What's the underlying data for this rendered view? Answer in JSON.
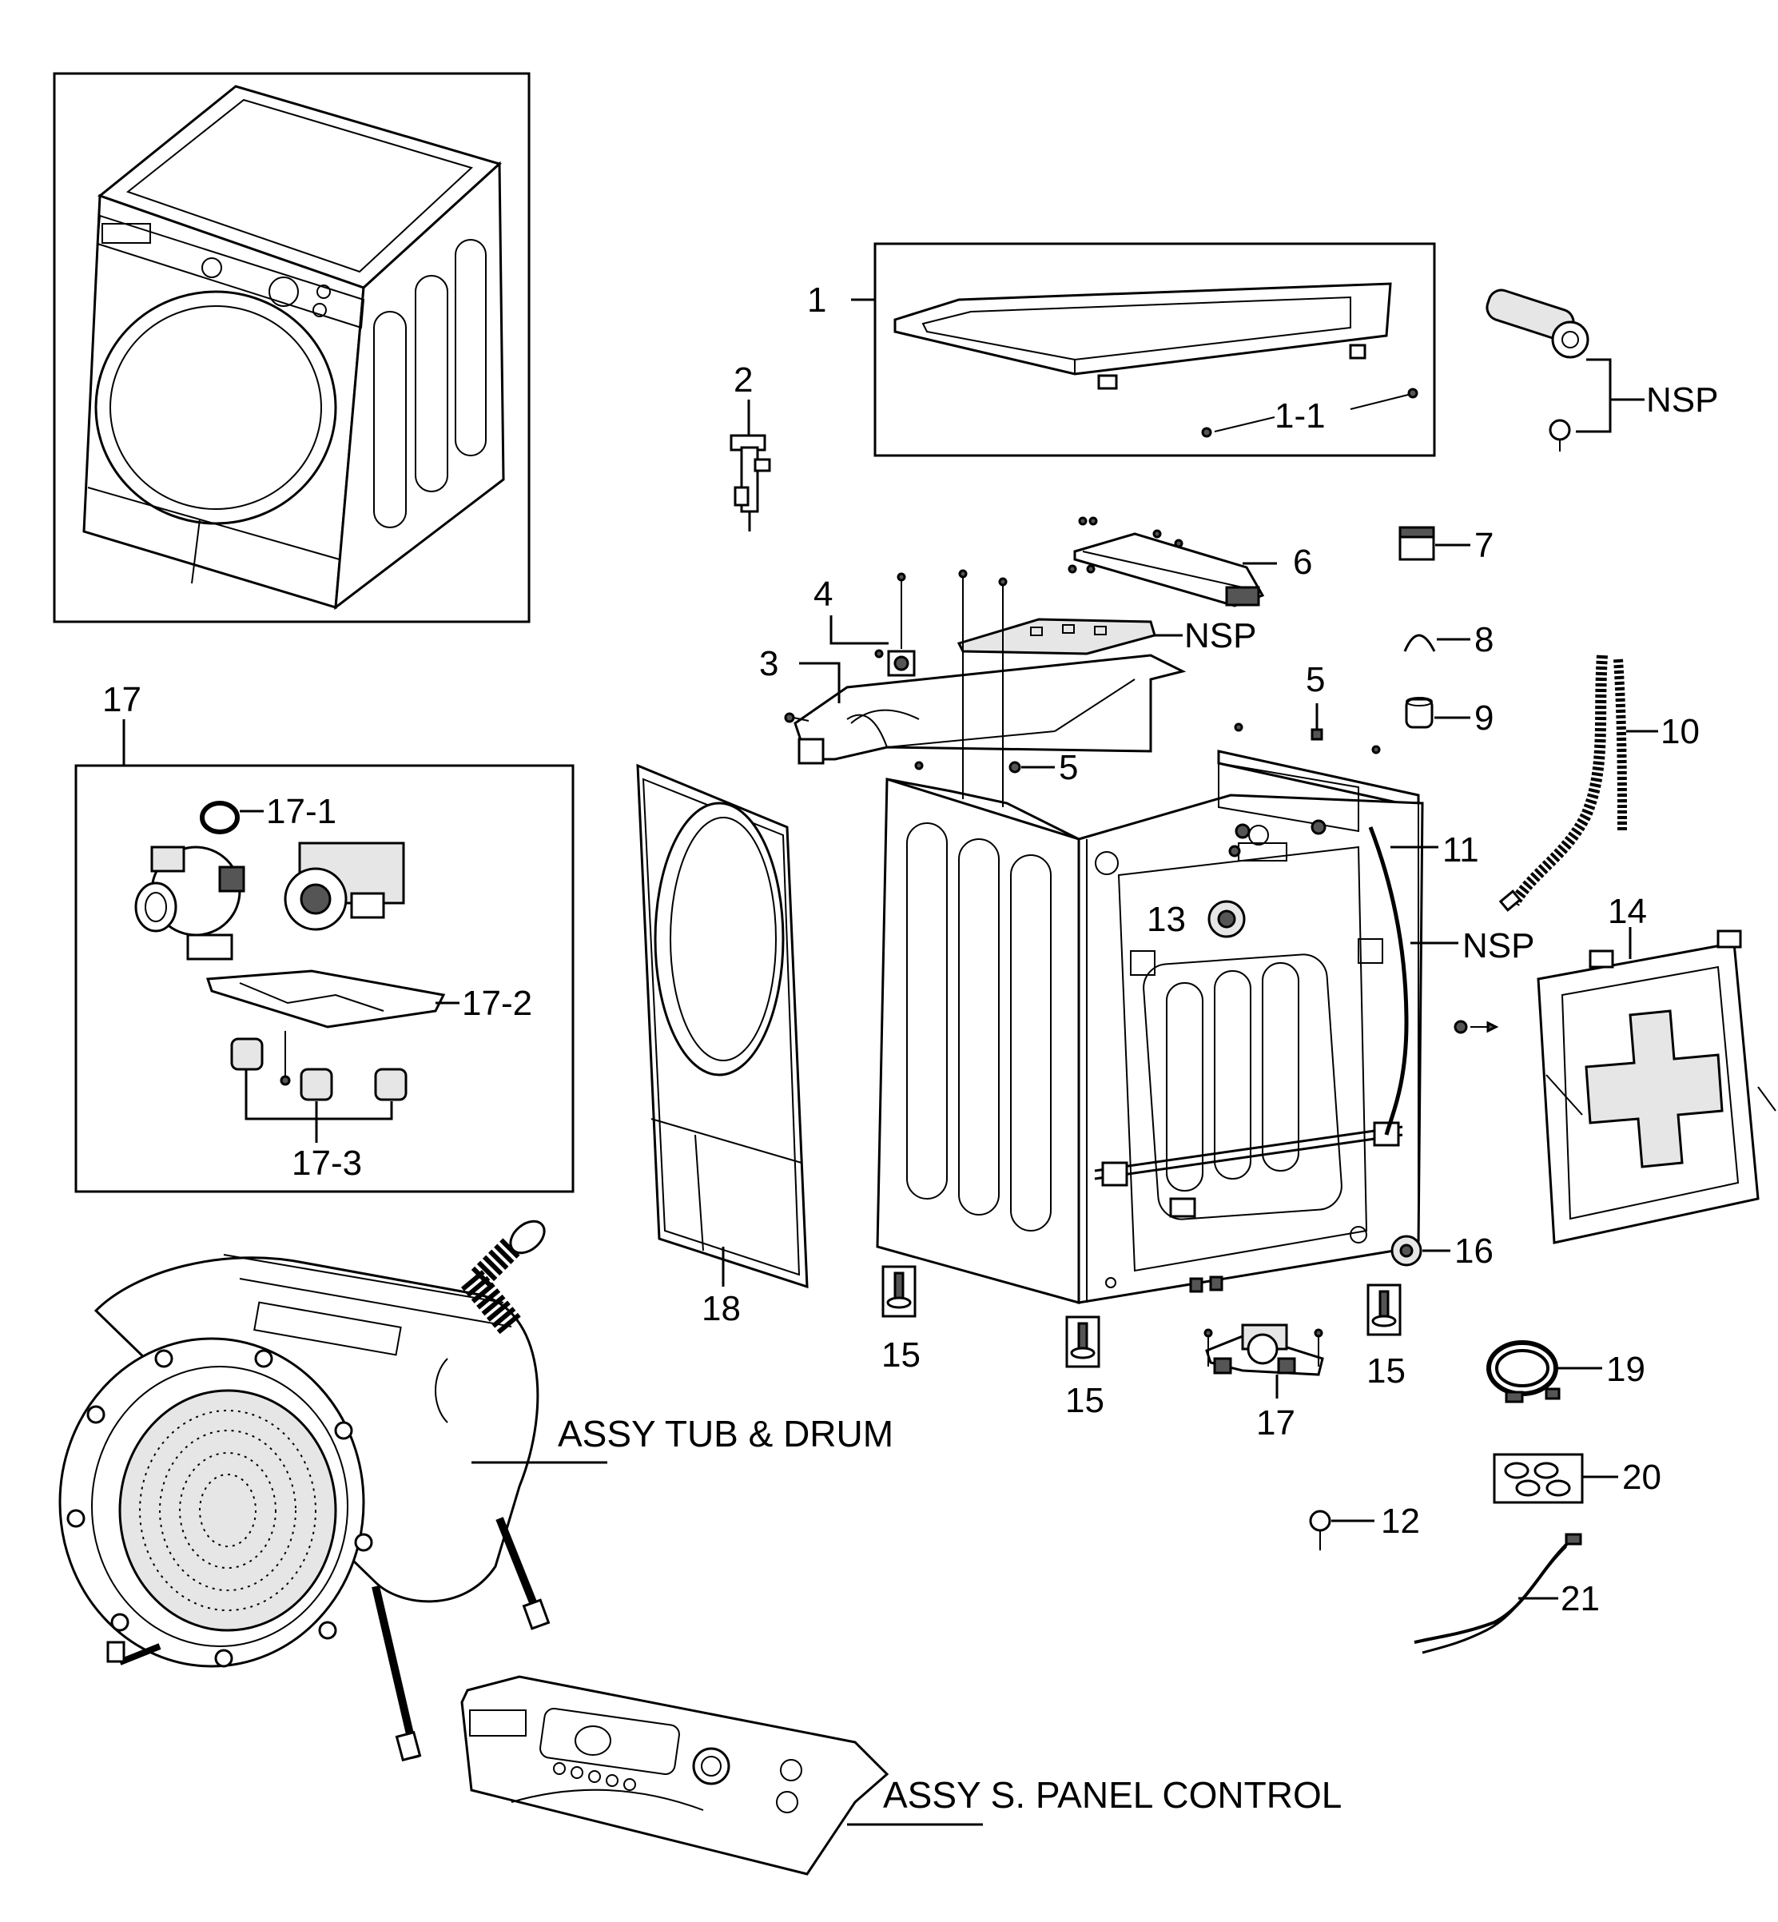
{
  "labels": {
    "l1": "1",
    "l1_1": "1-1",
    "l2": "2",
    "l3": "3",
    "l4": "4",
    "l5a": "5",
    "l5b": "5",
    "l6": "6",
    "l7": "7",
    "l8": "8",
    "l9": "9",
    "l10": "10",
    "l11": "11",
    "l12": "12",
    "l13": "13",
    "l14": "14",
    "l15a": "15",
    "l15b": "15",
    "l15c": "15",
    "l16": "16",
    "l17_box": "17",
    "l17_1": "17-1",
    "l17_2": "17-2",
    "l17_3": "17-3",
    "l17_main": "17",
    "l18": "18",
    "l19": "19",
    "l20": "20",
    "l21": "21",
    "nsp_heater": "NSP",
    "nsp_pcb": "NSP",
    "nsp_harness": "NSP",
    "tub": "ASSY TUB & DRUM",
    "panel": "ASSY S. PANEL CONTROL"
  }
}
